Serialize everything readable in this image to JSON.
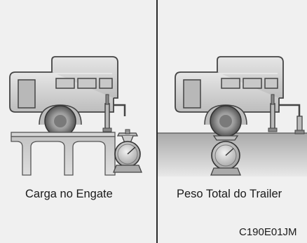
{
  "figure": {
    "left_caption": "Carga no Engate",
    "right_caption": "Peso Total do Trailer",
    "figure_code": "C190E01JM"
  }
}
